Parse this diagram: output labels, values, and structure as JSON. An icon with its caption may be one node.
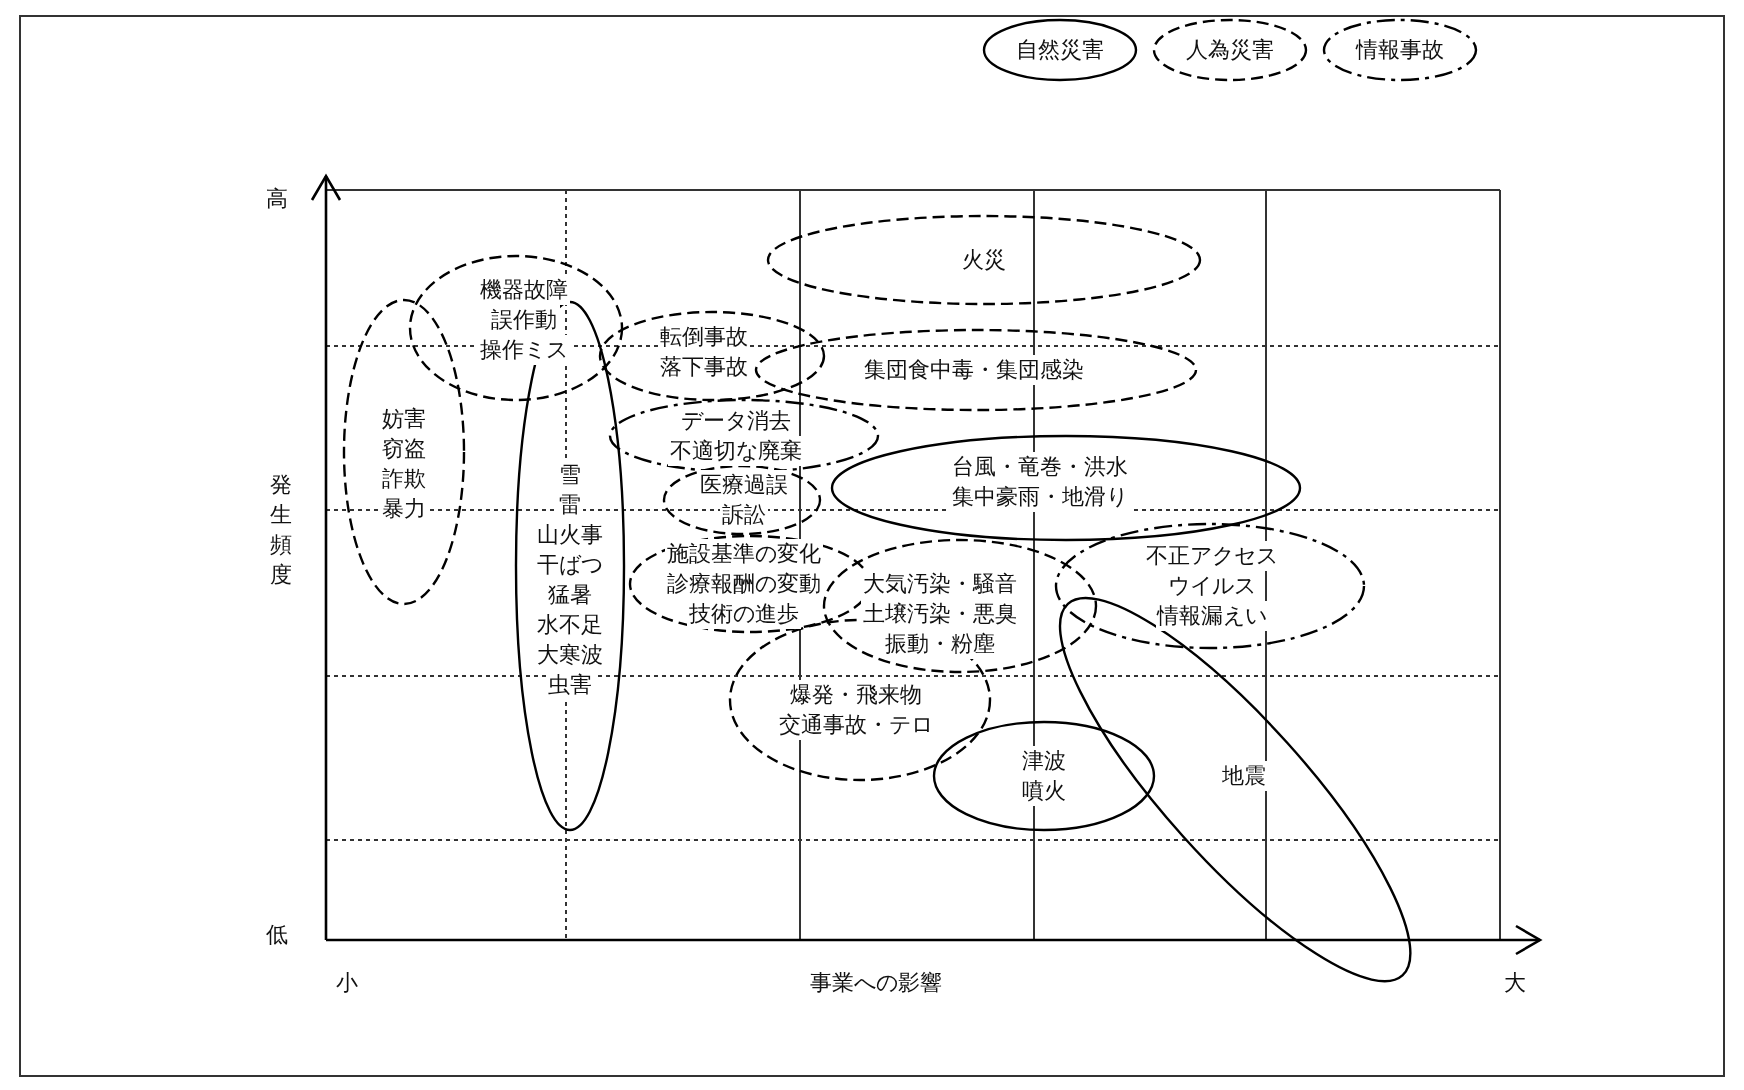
{
  "diagram": {
    "nodes": [
      {
        "text": [
          "火災"
        ]
      },
      {
        "text": [
          "機器故障",
          "誤作動",
          "操作ミス"
        ]
      },
      {
        "text": [
          "妨害",
          "窃盗",
          "詐欺",
          "暴力"
        ]
      },
      {
        "text": [
          "雪",
          "雷",
          "山火事",
          "干ばつ",
          "猛暑",
          "水不足",
          "大寒波",
          "虫害"
        ]
      },
      {
        "text": [
          "転倒事故",
          "落下事故"
        ]
      },
      {
        "text": [
          "集団食中毒・集団感染"
        ]
      },
      {
        "text": [
          "データ消去",
          "不適切な廃棄"
        ]
      },
      {
        "text": [
          "医療過誤",
          "訴訟"
        ]
      },
      {
        "text": [
          "台風・竜巻・洪水",
          "集中豪雨・地滑り"
        ]
      },
      {
        "text": [
          "施設基準の変化",
          "診療報酬の変動",
          "技術の進歩"
        ]
      },
      {
        "text": [
          "大気汚染・騒音",
          "土壌汚染・悪臭",
          "振動・粉塵"
        ]
      },
      {
        "text": [
          "不正アクセス",
          "ウイルス",
          "情報漏えい"
        ]
      },
      {
        "text": [
          "爆発・飛来物",
          "交通事故・テロ"
        ]
      },
      {
        "text": [
          "津波",
          "噴火"
        ]
      },
      {
        "text": [
          "地震"
        ]
      }
    ],
    "edges": [],
    "labels": [
      "高",
      "発生頻度",
      "低",
      "小",
      "事業への影響",
      "大"
    ],
    "legend": [
      {
        "text": "自然災害"
      },
      {
        "text": "人為災害"
      },
      {
        "text": "情報事故"
      }
    ]
  }
}
